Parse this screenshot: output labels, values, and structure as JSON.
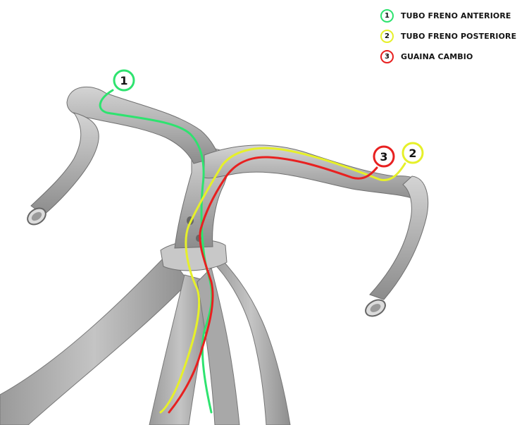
{
  "legend": {
    "items": [
      {
        "number": "1",
        "label": "TUBO FRENO ANTERIORE",
        "color": "#2ee36f"
      },
      {
        "number": "2",
        "label": "TUBO FRENO POSTERIORE",
        "color": "#e6f02a"
      },
      {
        "number": "3",
        "label": "GUAINA CAMBIO",
        "color": "#e82020"
      }
    ]
  },
  "callouts": {
    "one": "1",
    "two": "2",
    "three": "3"
  },
  "colors": {
    "front_brake": "#2ee36f",
    "rear_brake": "#e6f02a",
    "derailleur": "#e82020",
    "frame": "#b8b8b8"
  }
}
